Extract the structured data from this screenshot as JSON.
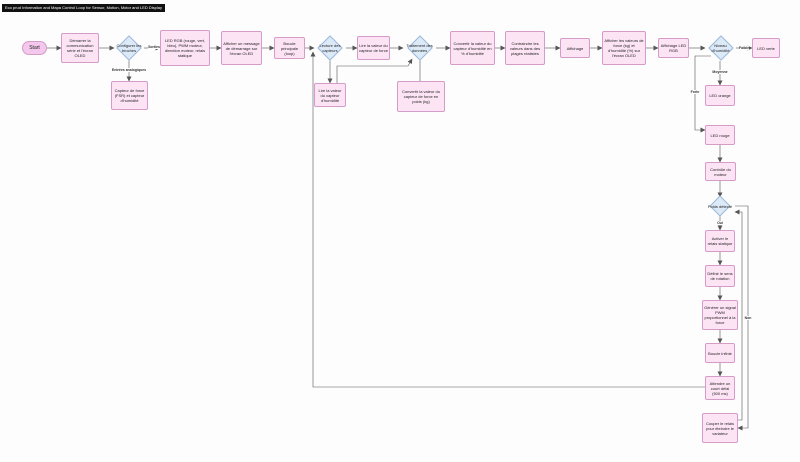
{
  "title": "Eco prud Information and Mapa Control Loop for Sensor, Motion, Motor and LED Display",
  "nodes": {
    "start": "Start",
    "init_comm": "Démarrer la communication série et l'écran OLED",
    "config_broches": "Configurer les broches",
    "inputs_sensors": "Capteur de force (FSR) et capteur d'humidité",
    "outputs_led": "LED RGB (rouge, vert, bleu), PWM moteur, direction moteur, relais statique",
    "show_startup": "Afficher un message de démarrage sur l'écran OLED",
    "main_loop": "Boucle principale (loop)",
    "read_sensors": "Lecture des capteurs",
    "read_humidity": "Lire la valeur du capteur d'humidité",
    "read_force": "Lire la valeur du capteur de force",
    "data_processing": "Traitement des données",
    "convert_force": "Convertir la valeur du capteur de force en poids (kg)",
    "convert_humidity": "Convertir la valeur du capteur d'humidité en % d'humidité",
    "constrain": "Contraindre les valeurs dans des plages réalistes",
    "display": "Affichage",
    "show_values": "Afficher les valeurs de force (kg) et d'humidité (%) sur l'écran OLED",
    "display_led": "Affichage LED RGB",
    "humidity_level": "Niveau d'humidité",
    "led_green": "LED verte",
    "led_orange": "LED orange",
    "led_red": "LED rouge",
    "motor_control": "Contrôle du moteur",
    "weight_detected": "Poids détecté",
    "activate_relay": "Activer le relais statique",
    "set_direction": "Définir le sens de rotation",
    "gen_pwm": "Générer un signal PWM proportionnel à la force",
    "secondary_loop": "Boucle infinie",
    "wait": "Attendre un court délai (500 ms)",
    "cut_relay": "Couper le relais pour éteindre le variateur"
  },
  "edge_labels": {
    "outputs": "Sorties",
    "inputs": "Entrées analogiques",
    "high": "Faible",
    "medium": "Moyenne",
    "low": "Forte",
    "yes": "Oui",
    "no": "Non"
  }
}
